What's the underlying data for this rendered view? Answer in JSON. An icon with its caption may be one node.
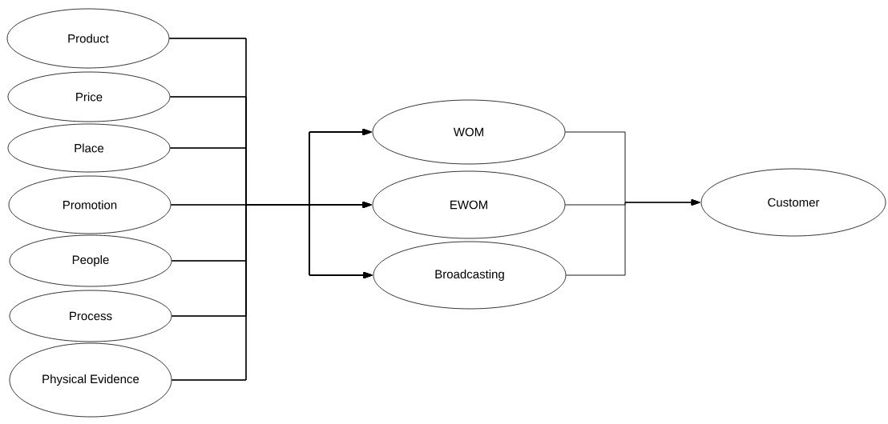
{
  "diagram": {
    "nodes": [
      {
        "text": [
          "Product"
        ]
      },
      {
        "text": [
          "Price"
        ]
      },
      {
        "text": [
          "Place"
        ]
      },
      {
        "text": [
          "Promotion"
        ]
      },
      {
        "text": [
          "People"
        ]
      },
      {
        "text": [
          "Process"
        ]
      },
      {
        "text": [
          "Physical Evidence"
        ]
      },
      {
        "text": [
          "WOM"
        ]
      },
      {
        "text": [
          "EWOM"
        ]
      },
      {
        "text": [
          "Broadcasting"
        ]
      },
      {
        "text": [
          "Customer"
        ]
      }
    ],
    "edges": [
      {
        "from": 0,
        "to": 7,
        "arrow": "to"
      },
      {
        "from": 0,
        "to": 8,
        "arrow": "to"
      },
      {
        "from": 0,
        "to": 9,
        "arrow": "to"
      },
      {
        "from": 1,
        "to": 7,
        "arrow": "to"
      },
      {
        "from": 1,
        "to": 8,
        "arrow": "to"
      },
      {
        "from": 1,
        "to": 9,
        "arrow": "to"
      },
      {
        "from": 2,
        "to": 7,
        "arrow": "to"
      },
      {
        "from": 2,
        "to": 8,
        "arrow": "to"
      },
      {
        "from": 2,
        "to": 9,
        "arrow": "to"
      },
      {
        "from": 3,
        "to": 7,
        "arrow": "to"
      },
      {
        "from": 3,
        "to": 8,
        "arrow": "to"
      },
      {
        "from": 3,
        "to": 9,
        "arrow": "to"
      },
      {
        "from": 4,
        "to": 7,
        "arrow": "to"
      },
      {
        "from": 4,
        "to": 8,
        "arrow": "to"
      },
      {
        "from": 4,
        "to": 9,
        "arrow": "to"
      },
      {
        "from": 5,
        "to": 7,
        "arrow": "to"
      },
      {
        "from": 5,
        "to": 8,
        "arrow": "to"
      },
      {
        "from": 5,
        "to": 9,
        "arrow": "to"
      },
      {
        "from": 6,
        "to": 7,
        "arrow": "to"
      },
      {
        "from": 6,
        "to": 8,
        "arrow": "to"
      },
      {
        "from": 6,
        "to": 9,
        "arrow": "to"
      },
      {
        "from": 7,
        "to": 10,
        "arrow": "to"
      },
      {
        "from": 8,
        "to": 10,
        "arrow": "to"
      },
      {
        "from": 9,
        "to": 10,
        "arrow": "to"
      }
    ]
  }
}
